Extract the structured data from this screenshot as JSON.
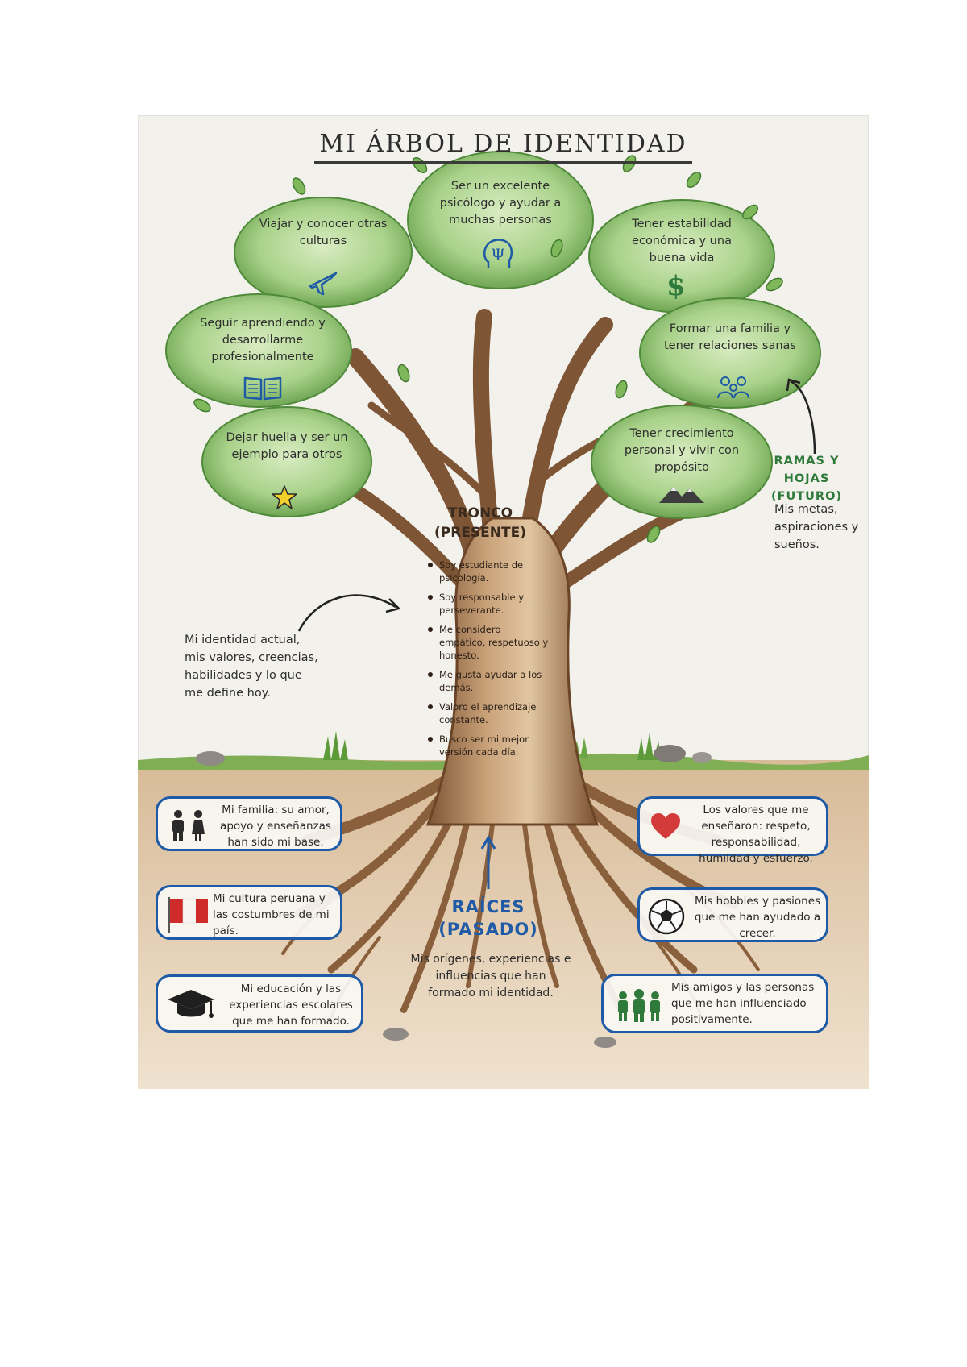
{
  "title": "MI ÁRBOL DE IDENTIDAD",
  "branches": {
    "heading_line1": "RAMAS Y HOJAS",
    "heading_line2": "(FUTURO)",
    "description": "Mis metas, aspiraciones y sueños.",
    "leaves": [
      {
        "text": "Viajar y conocer otras culturas",
        "icon": "airplane-icon"
      },
      {
        "text": "Ser un excelente psicólogo y ayudar a muchas personas",
        "icon": "psi-head-icon"
      },
      {
        "text": "Tener estabilidad económica y una buena vida",
        "icon": "dollar-icon"
      },
      {
        "text": "Seguir aprendiendo y desarrollarme profesionalmente",
        "icon": "book-icon"
      },
      {
        "text": "Formar una familia y tener relaciones sanas",
        "icon": "family-icon"
      },
      {
        "text": "Dejar huella y ser un ejemplo para otros",
        "icon": "star-icon"
      },
      {
        "text": "Tener crecimiento personal y vivir con propósito",
        "icon": "mountains-icon"
      }
    ]
  },
  "trunk": {
    "heading_line1": "TRONCO",
    "heading_line2": "(PRESENTE)",
    "description": "Mi identidad actual, mis valores, creencias, habilidades y lo que me define hoy.",
    "items": [
      "Soy estudiante de psicología.",
      "Soy responsable y perseverante.",
      "Me considero empático, respetuoso y honesto.",
      "Me gusta ayudar a los demás.",
      "Valoro el aprendizaje constante.",
      "Busco ser mi mejor versión cada día."
    ]
  },
  "roots": {
    "heading_line1": "RAÍCES",
    "heading_line2": "(PASADO)",
    "description": "Mis orígenes, experiencias e influencias que han formado mi identidad.",
    "items": [
      {
        "text": "Mi familia: su amor, apoyo y enseñanzas han sido mi base.",
        "icon": "family-pair-icon"
      },
      {
        "text": "Los valores que me enseñaron: respeto, responsabilidad, humildad y esfuerzo.",
        "icon": "heart-icon"
      },
      {
        "text": "Mi cultura peruana y las costumbres de mi país.",
        "icon": "peru-flag-icon"
      },
      {
        "text": "Mis hobbies y pasiones que me han ayudado a crecer.",
        "icon": "soccer-ball-icon"
      },
      {
        "text": "Mi educación y las experiencias escolares que me han formado.",
        "icon": "graduation-cap-icon"
      },
      {
        "text": "Mis amigos y las personas que me han influenciado positivamente.",
        "icon": "friends-group-icon"
      }
    ]
  },
  "colors": {
    "foliage": "#9cc97a",
    "foliage_dark": "#4f8a3a",
    "trunk": "#a57a52",
    "soil": "#d6b894",
    "root_border": "#1f5aa6",
    "branch_heading": "#2f7a3a",
    "root_heading": "#1f5aa6"
  }
}
